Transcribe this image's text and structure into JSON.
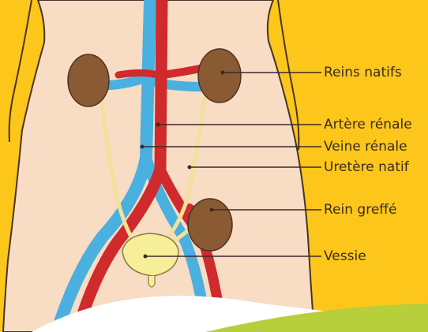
{
  "colors": {
    "background": "#fcc71a",
    "skin": "#f8dcc4",
    "skin_outline": "#4a3328",
    "artery": "#cf2a2c",
    "vein": "#4ab0df",
    "kidney": "#8a5a32",
    "bladder": "#f7ee9a",
    "ureter": "#f0e29a",
    "leader": "#3b2a2a",
    "bottom_white": "#ffffff",
    "bottom_green": "#b6cf3a"
  },
  "labels": {
    "native_kidneys": "Reins natifs",
    "renal_artery": "Artère rénale",
    "renal_vein": "Veine rénale",
    "native_ureter": "Uretère natif",
    "graft_kidney": "Rein greffé",
    "bladder": "Vessie"
  }
}
